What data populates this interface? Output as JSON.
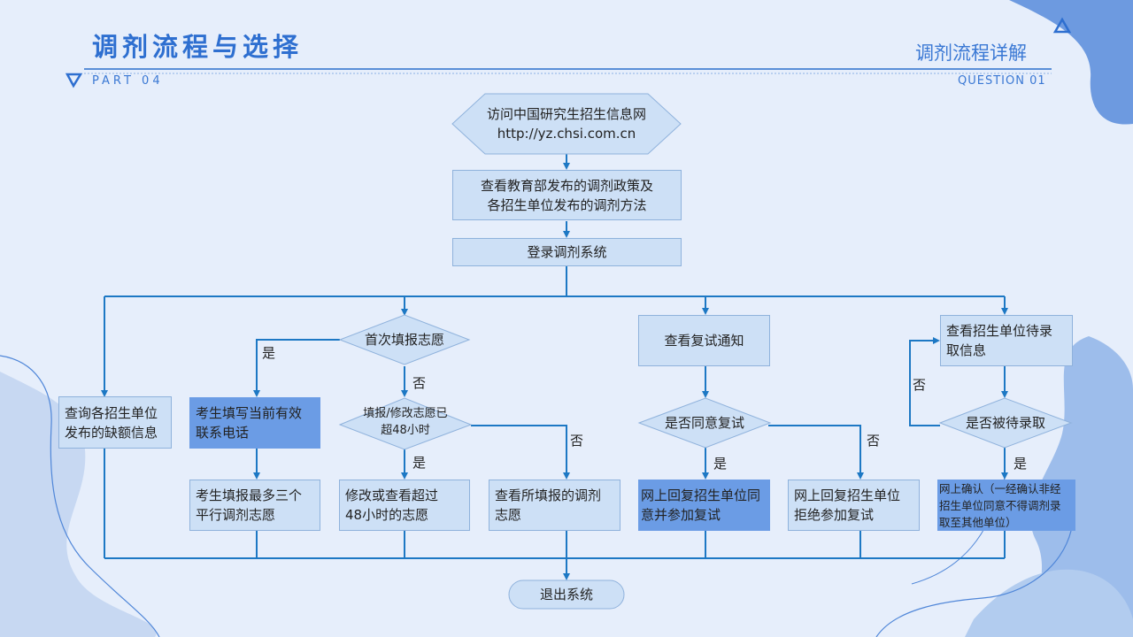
{
  "header": {
    "title": "调剂流程与选择",
    "right_title": "调剂流程详解",
    "part": "PART 04",
    "question": "QUESTION 01"
  },
  "flow": {
    "start": {
      "line1": "访问中国研究生招生信息网",
      "line2": "http://yz.chsi.com.cn"
    },
    "policy": {
      "line1": "查看教育部发布的调剂政策及",
      "line2": "各招生单位发布的调剂方法"
    },
    "login": "登录调剂系统",
    "vacancy": {
      "line1": "查询各招生单位",
      "line2": "发布的缺额信息"
    },
    "first_fill": "首次填报志愿",
    "phone": {
      "line1": "考生填写当前有效",
      "line2": "联系电话"
    },
    "fill_three": {
      "line1": "考生填报最多三个",
      "line2": "平行调剂志愿"
    },
    "over48": {
      "line1": "填报/修改志愿已",
      "line2": "超48小时"
    },
    "modify": {
      "line1": "修改或查看超过",
      "line2": "48小时的志愿"
    },
    "view_filled": {
      "line1": "查看所填报的调剂",
      "line2": "志愿"
    },
    "retest_notice": "查看复试通知",
    "agree_retest": "是否同意复试",
    "accept": {
      "line1": "网上回复招生单位同",
      "line2": "意并参加复试"
    },
    "reject": {
      "line1": "网上回复招生单位",
      "line2": "拒绝参加复试"
    },
    "waitlist_info": {
      "line1": "查看招生单位待录",
      "line2": "取信息"
    },
    "waitlisted": "是否被待录取",
    "confirm": {
      "line1": "网上确认（一经确认非经",
      "line2": "招生单位同意不得调剂录",
      "line3": "取至其他单位）"
    },
    "exit": "退出系统",
    "yes": "是",
    "no": "否"
  },
  "colors": {
    "accent": "#2e6fd0",
    "box_fill": "#cde0f6",
    "dark_fill": "#6b9ce5",
    "line": "#1d78c4"
  }
}
